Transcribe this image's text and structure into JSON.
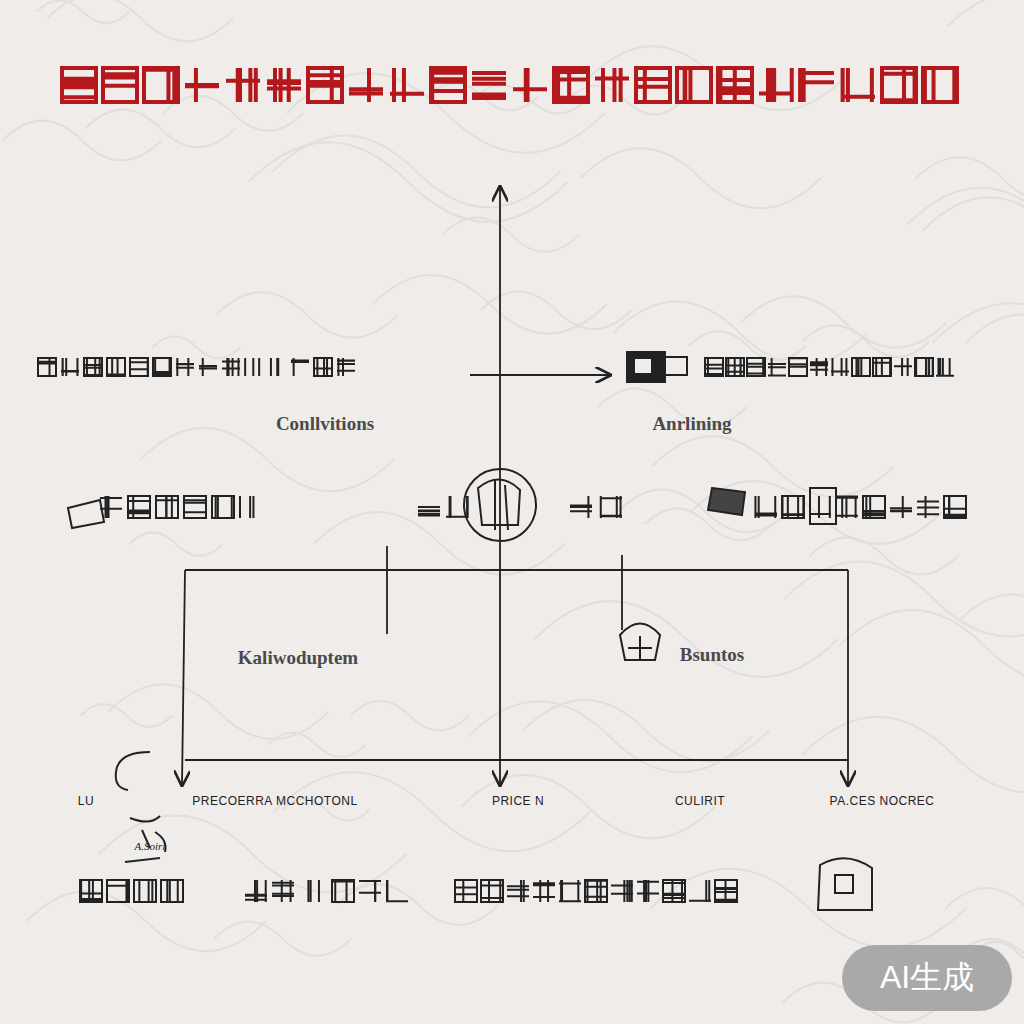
{
  "diagram": {
    "nodes": [
      {
        "text": [
          "AI生成"
        ]
      }
    ],
    "labels": [
      "Conllvitions",
      "Anrlining",
      "Kaliwoduptem",
      "Bsuntos",
      "LU",
      "PRECOERRA MCCHOTONL",
      "PRICE N",
      "CULIRIT",
      "PA.CES NOCREC",
      "A.Soirl"
    ]
  }
}
